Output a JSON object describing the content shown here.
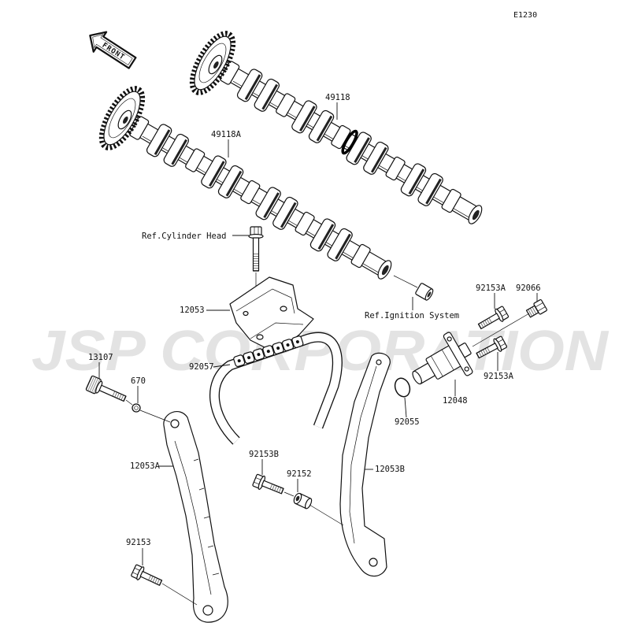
{
  "diagram_code": "E1230",
  "front_arrow": {
    "label": "FRONT"
  },
  "watermark": "JSP CORPORATION",
  "callouts": [
    "49118",
    "49118A",
    "Ref.Cylinder Head",
    "12053",
    "Ref.Ignition System",
    "92153A",
    "92066",
    "92153A",
    "12048",
    "92057",
    "13107",
    "670",
    "92055",
    "12053A",
    "92153B",
    "92152",
    "12053B",
    "92153"
  ]
}
